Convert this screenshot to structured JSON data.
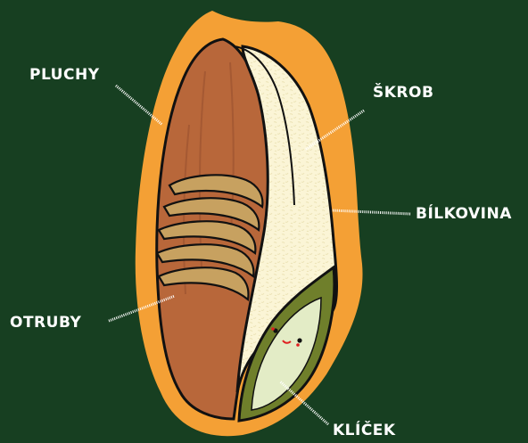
{
  "labels": {
    "husk": "PLUCHY",
    "starch": "ŠKROB",
    "protein": "BÍLKOVINA",
    "bran": "OTRUBY",
    "germ": "KLÍČEK"
  },
  "colors": {
    "background": "#173f21",
    "husk": "#f4a035",
    "bran": "#b8673a",
    "bran_flakes": "#c7a160",
    "starch": "#fbf5d6",
    "germ_shell": "#6f7f2b",
    "germ": "#e3ecc6",
    "outline": "#111111",
    "label_text": "#ffffff"
  }
}
